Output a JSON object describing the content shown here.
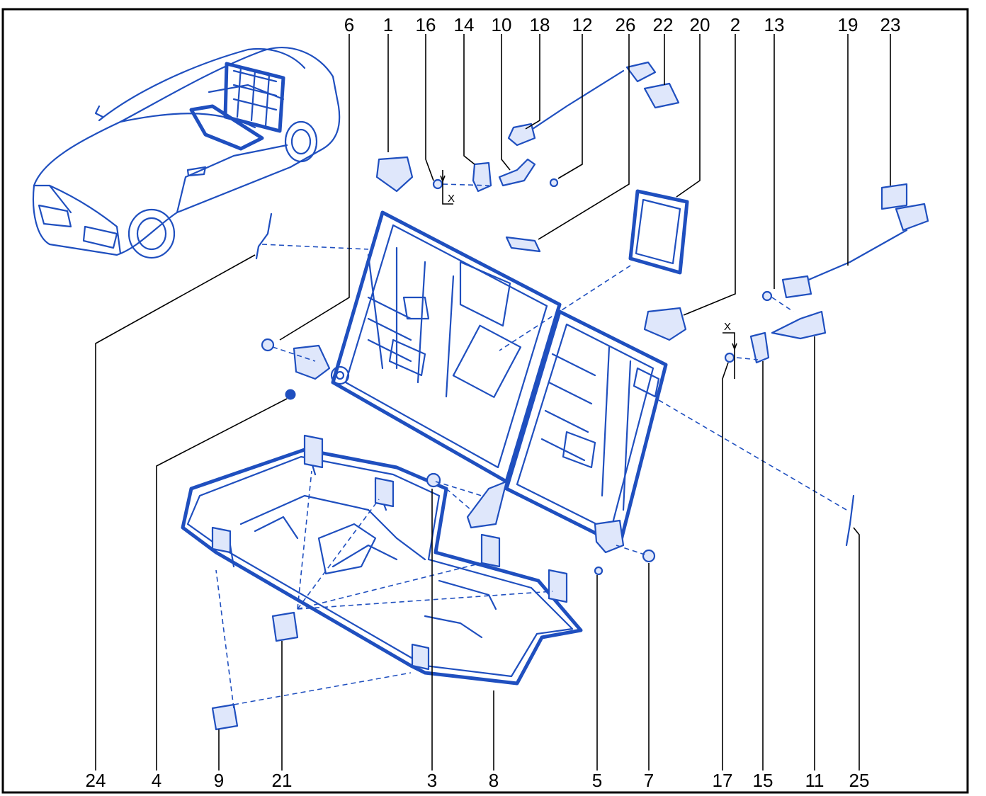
{
  "diagram": {
    "part_numbers_top": [
      {
        "id": "6",
        "label": "6"
      },
      {
        "id": "1",
        "label": "1"
      },
      {
        "id": "16",
        "label": "16"
      },
      {
        "id": "14",
        "label": "14"
      },
      {
        "id": "10",
        "label": "10"
      },
      {
        "id": "18",
        "label": "18"
      },
      {
        "id": "12",
        "label": "12"
      },
      {
        "id": "26",
        "label": "26"
      },
      {
        "id": "22",
        "label": "22"
      },
      {
        "id": "20",
        "label": "20"
      },
      {
        "id": "2",
        "label": "2"
      },
      {
        "id": "13",
        "label": "13"
      },
      {
        "id": "19",
        "label": "19"
      },
      {
        "id": "23",
        "label": "23"
      }
    ],
    "part_numbers_bottom": [
      {
        "id": "24",
        "label": "24"
      },
      {
        "id": "4",
        "label": "4"
      },
      {
        "id": "9",
        "label": "9"
      },
      {
        "id": "21",
        "label": "21"
      },
      {
        "id": "3",
        "label": "3"
      },
      {
        "id": "8",
        "label": "8"
      },
      {
        "id": "5",
        "label": "5"
      },
      {
        "id": "7",
        "label": "7"
      },
      {
        "id": "17",
        "label": "17"
      },
      {
        "id": "15",
        "label": "15"
      },
      {
        "id": "11",
        "label": "11"
      },
      {
        "id": "25",
        "label": "25"
      }
    ],
    "x_marks": [
      "X",
      "X"
    ],
    "colors": {
      "line": "#1f4fbf",
      "text": "#000000",
      "border": "#000000"
    }
  }
}
